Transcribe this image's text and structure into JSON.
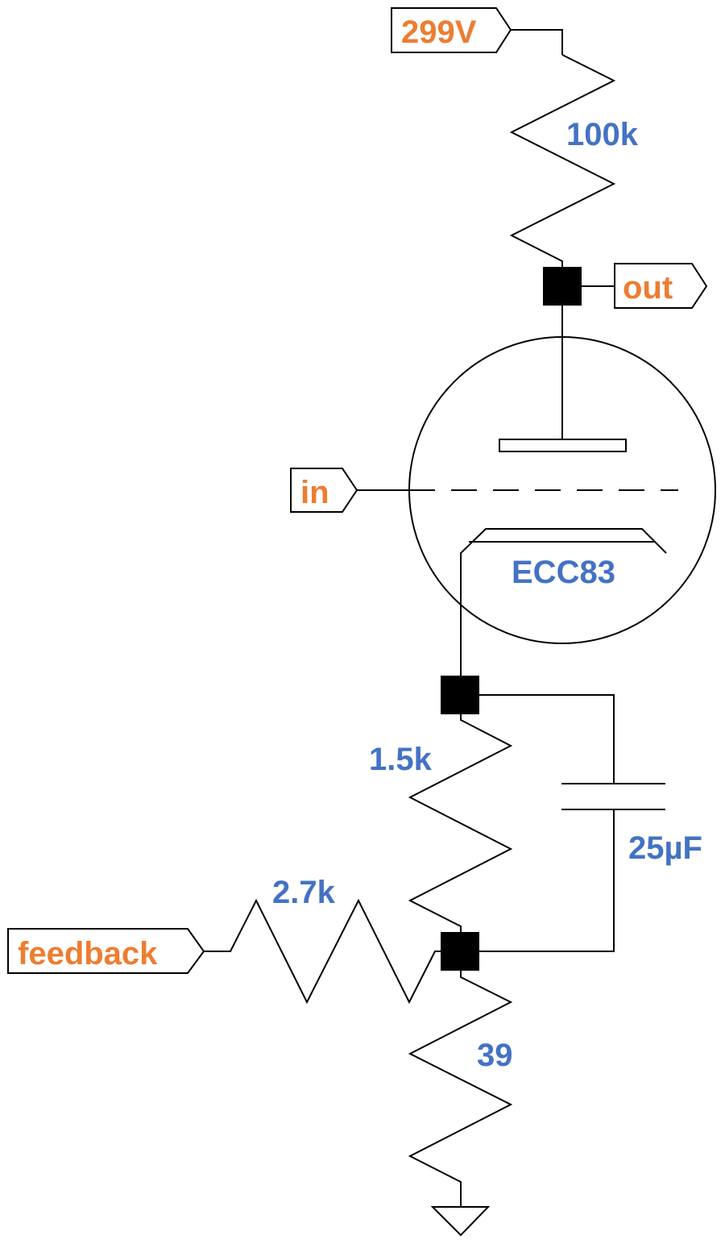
{
  "colors": {
    "port_label": "#ED7D31",
    "value_label": "#4472C4",
    "wire": "#000000"
  },
  "ports": {
    "supply": "299V",
    "output": "out",
    "input": "in",
    "feedback": "feedback"
  },
  "components": {
    "plate_resistor": "100k",
    "tube": "ECC83",
    "cathode_resistor": "1.5k",
    "bypass_capacitor": "25µF",
    "feedback_resistor": "2.7k",
    "shunt_resistor": "39"
  }
}
